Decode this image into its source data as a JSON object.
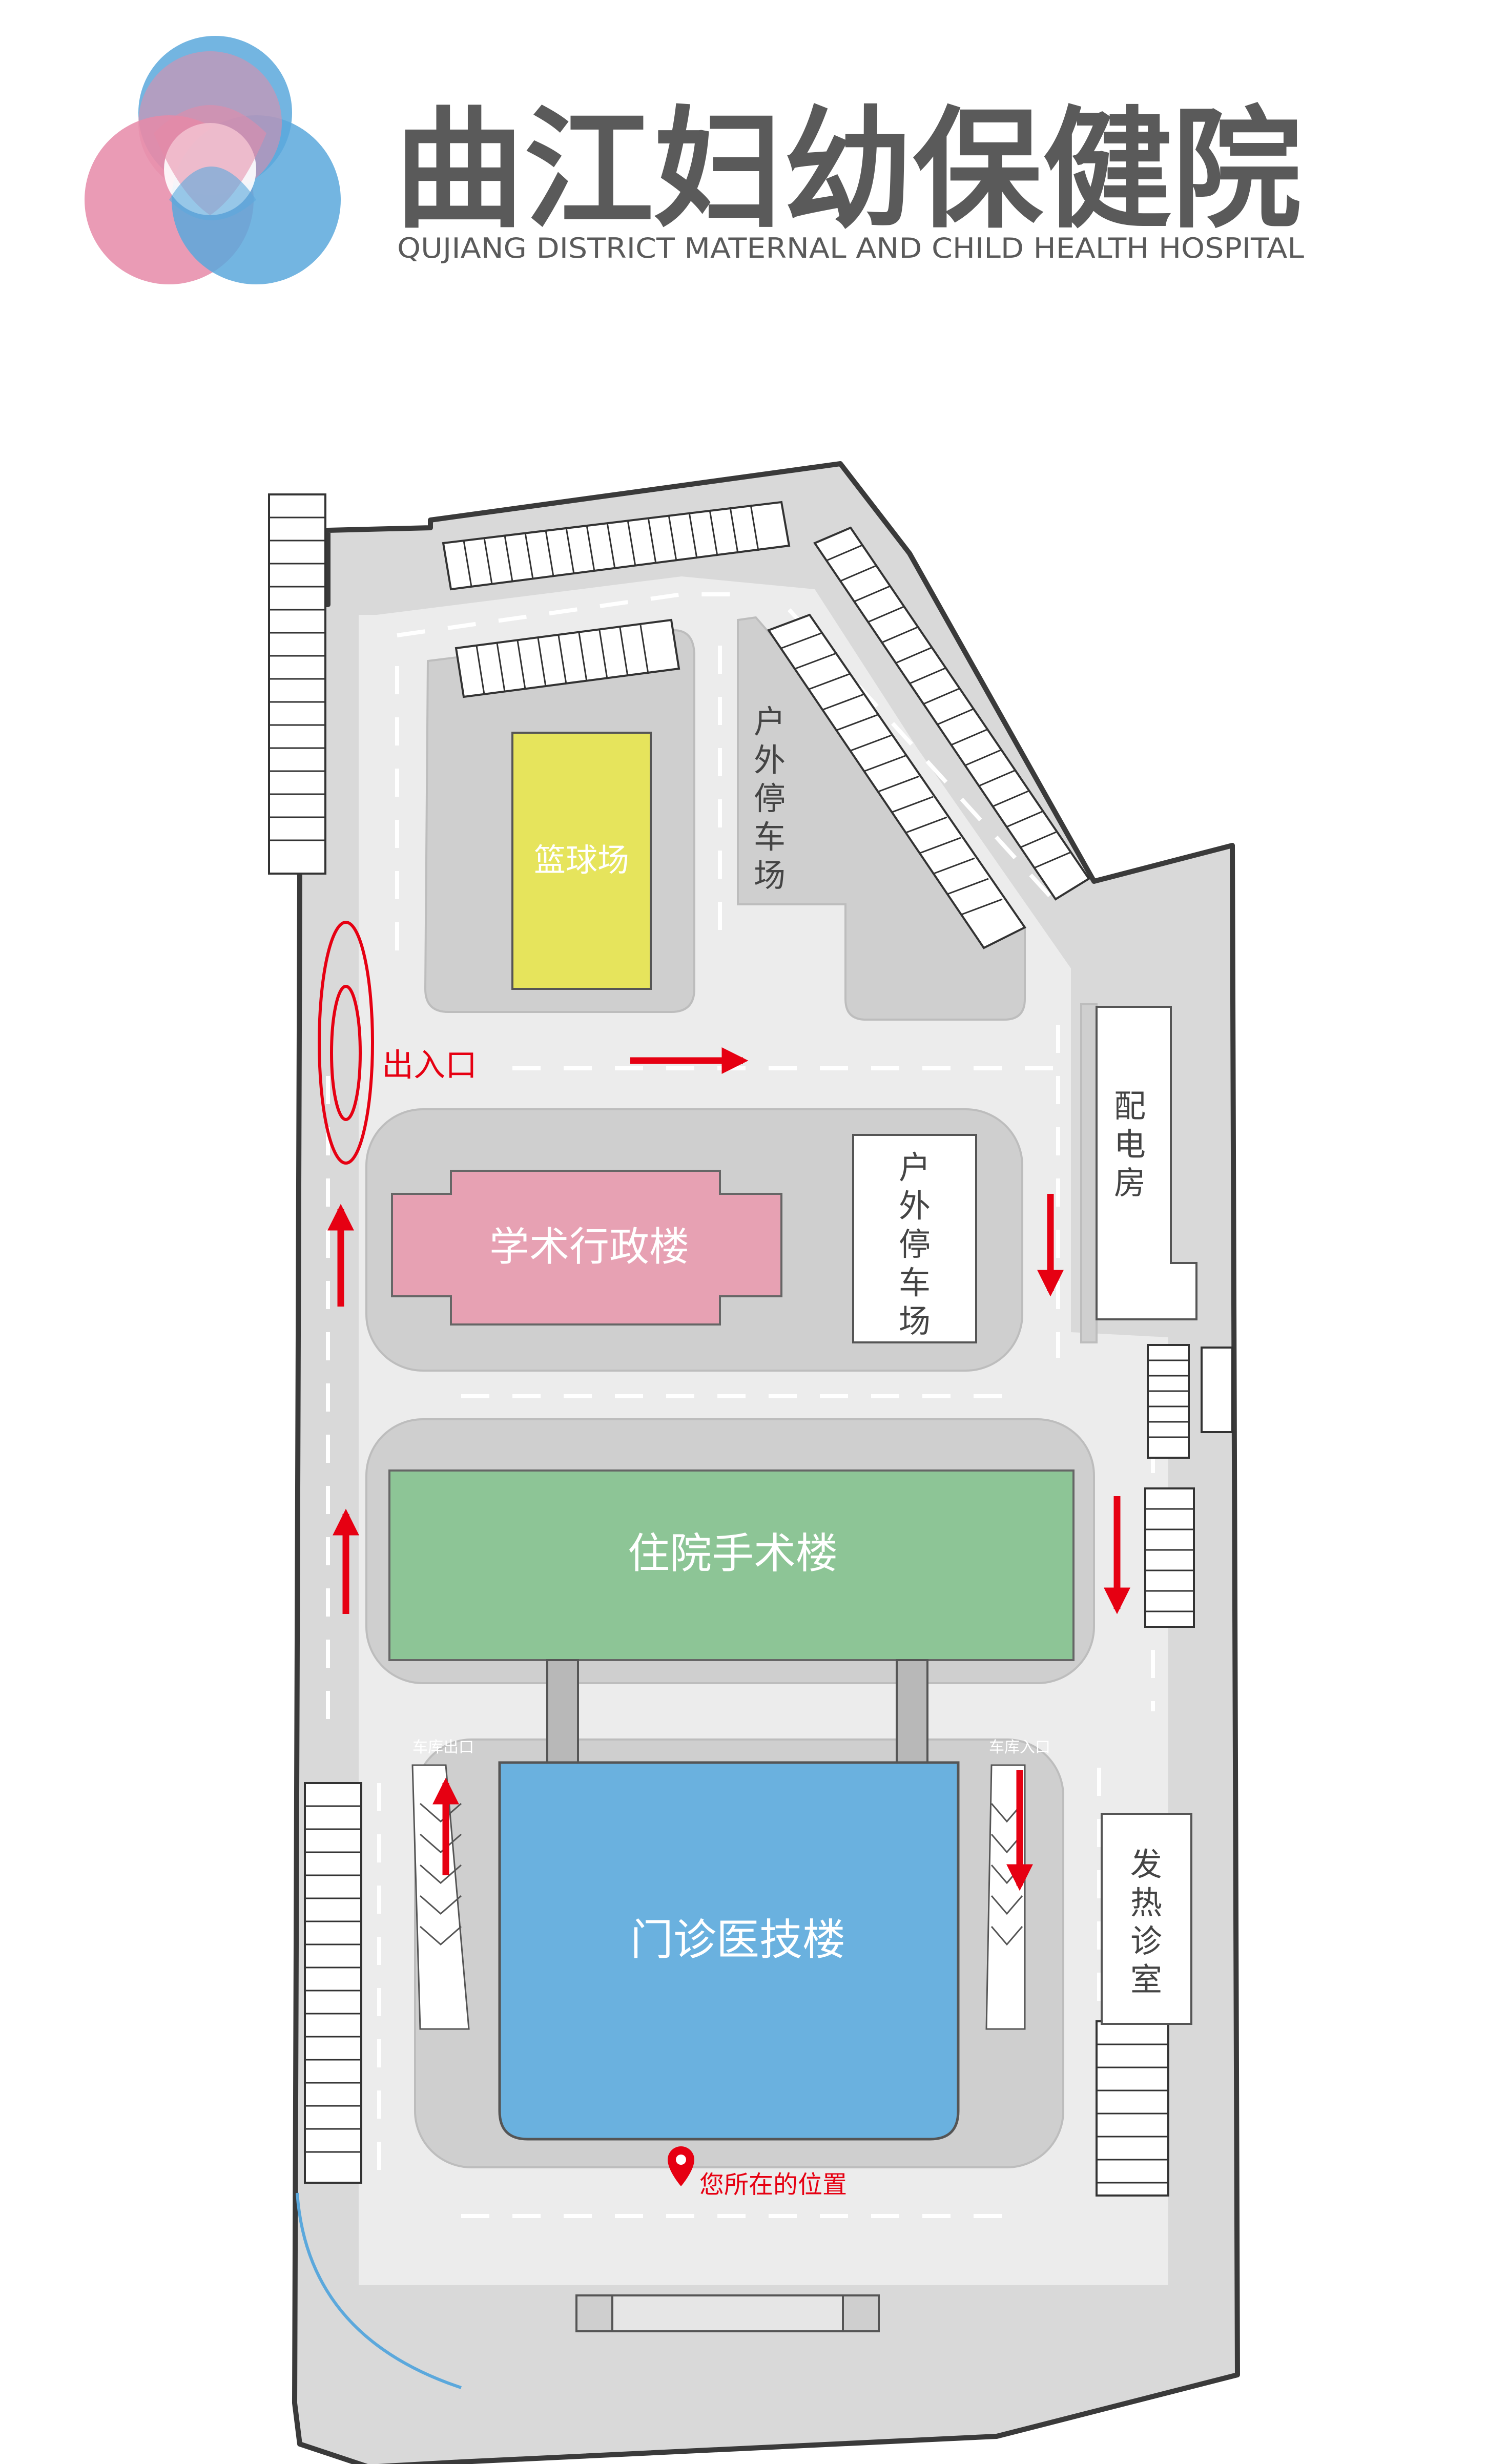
{
  "header": {
    "title_cn": "曲江妇幼保健院",
    "title_en": "QUJIANG DISTRICT MATERNAL AND CHILD HEALTH HOSPITAL"
  },
  "map": {
    "buildings": {
      "basketball": "篮球场",
      "academic_admin": "学术行政楼",
      "inpatient_surgery": "住院手术楼",
      "outpatient_medtech": "门诊医技楼"
    },
    "outdoor_parking_label": "户外停车场",
    "power_room": "配电房",
    "fever_clinic": "发热诊室",
    "entrance_exit": "出入口",
    "garage_exit": "车库出口",
    "garage_entry": "车库入口",
    "you_are_here": "您所在的位置"
  },
  "colors": {
    "ground": "#d9d9d9",
    "road": "#ececec",
    "road_dash": "#ffffff",
    "basketball": "#e6e45c",
    "academic_admin": "#e7a1b3",
    "inpatient_surgery": "#8dc596",
    "outpatient_medtech": "#6ab1df",
    "arrow": "#e60012",
    "logo_pink": "#e68aa8",
    "logo_blue": "#5ba8dc",
    "title_gray": "#5a5a5a"
  }
}
